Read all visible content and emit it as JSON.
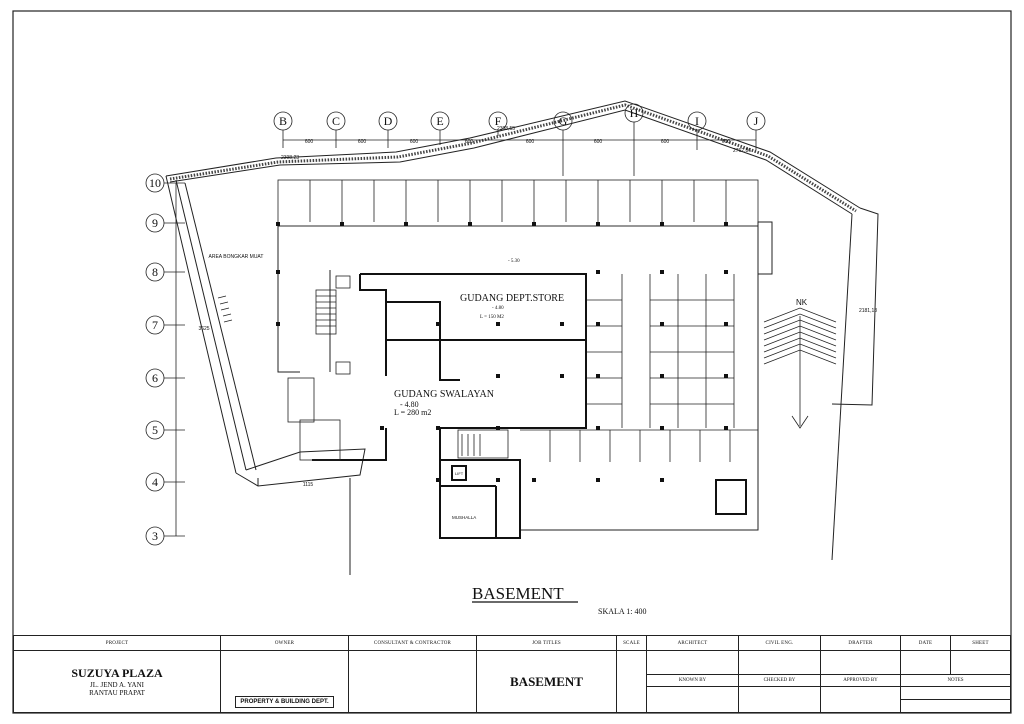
{
  "drawing": {
    "title": "BASEMENT",
    "scale": "SKALA 1: 400",
    "rooms": {
      "store": "GUDANG DEPT.STORE",
      "store_level": "- 4.80",
      "store_area": "L = 150 M2",
      "swalayan": "GUDANG SWALAYAN",
      "swalayan_level": "- 4.80",
      "swalayan_area": "L = 280 m2",
      "mushalla": "MUSHALLA",
      "lift": "LIFT",
      "main_level": "- 5.30"
    },
    "ramp_label": "NK",
    "grid_cols": [
      "B",
      "C",
      "D",
      "E",
      "F",
      "G",
      "H",
      "I",
      "J"
    ],
    "grid_rows": [
      "10",
      "9",
      "8",
      "7",
      "6",
      "5",
      "4",
      "3"
    ],
    "col_dims": [
      "600",
      "600",
      "600",
      "600",
      "600",
      "600",
      "600",
      "600"
    ],
    "dims": {
      "top_left": "2398,23",
      "top_mid": "2398,55",
      "top_right": "2762,86",
      "right_side": "2181,18",
      "bottom": "1115",
      "left_diag": "3625",
      "area_bongkar": "AREA BONGKAR MUAT"
    }
  },
  "title_block": {
    "project_hdr": "PROJECT",
    "owner_hdr": "OWNER",
    "consultant_hdr": "CONSULTANT & CONTRACTOR",
    "job_hdr": "JOB TITLES",
    "scale_hdr": "SCALE",
    "architect_hdr": "ARCHITECT",
    "civil_hdr": "CIVIL ENG.",
    "drafter_hdr": "DRAFTER",
    "date_hdr": "DATE",
    "sheet_hdr": "SHEET",
    "known_hdr": "KNOWN BY",
    "checked_hdr": "CHECKED BY",
    "approved_hdr": "APPROVED BY",
    "notes_hdr": "NOTES",
    "project_name": "SUZUYA PLAZA",
    "project_addr1": "JL. JEND A. YANI",
    "project_addr2": "RANTAU  PRAPAT",
    "owner_badge": "PROPERTY & BUILDING DEPT.",
    "job_title": "BASEMENT"
  }
}
